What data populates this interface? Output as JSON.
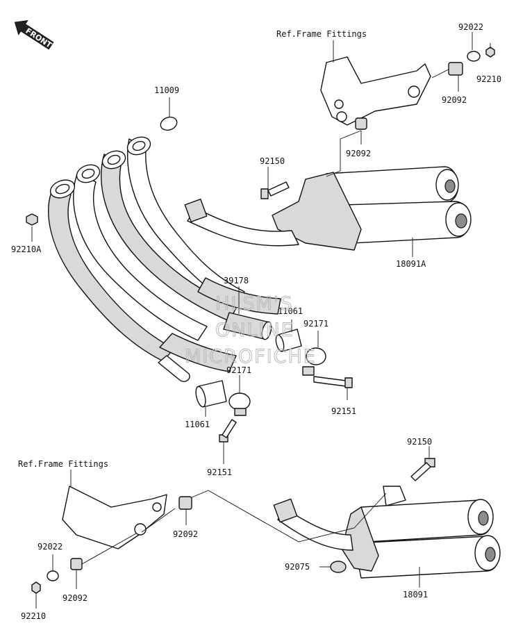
{
  "diagram": {
    "front_label": "FRONT",
    "watermark": [
      "HLSM'S",
      "ONLINE",
      "MICROFICHE"
    ],
    "callouts": [
      {
        "id": "ref-frame-top",
        "text": "Ref.Frame Fittings"
      },
      {
        "id": "c-92022-top",
        "text": "92022"
      },
      {
        "id": "c-92210-top",
        "text": "92210"
      },
      {
        "id": "c-92092-top-right",
        "text": "92092"
      },
      {
        "id": "c-11009",
        "text": "11009"
      },
      {
        "id": "c-92092-top-mid",
        "text": "92092"
      },
      {
        "id": "c-92150-top",
        "text": "92150"
      },
      {
        "id": "c-92210A",
        "text": "92210A"
      },
      {
        "id": "c-18091A",
        "text": "18091A"
      },
      {
        "id": "c-39178",
        "text": "39178"
      },
      {
        "id": "c-11061-right",
        "text": "11061"
      },
      {
        "id": "c-92171-right",
        "text": "92171"
      },
      {
        "id": "c-92171-mid",
        "text": "92171"
      },
      {
        "id": "c-11061-left",
        "text": "11061"
      },
      {
        "id": "c-92151-right",
        "text": "92151"
      },
      {
        "id": "c-92151-mid",
        "text": "92151"
      },
      {
        "id": "ref-frame-bottom",
        "text": "Ref.Frame Fittings"
      },
      {
        "id": "c-92150-bottom",
        "text": "92150"
      },
      {
        "id": "c-92092-bottom-mid",
        "text": "92092"
      },
      {
        "id": "c-92022-bottom",
        "text": "92022"
      },
      {
        "id": "c-92092-bottom-left",
        "text": "92092"
      },
      {
        "id": "c-92210-bottom",
        "text": "92210"
      },
      {
        "id": "c-92075",
        "text": "92075"
      },
      {
        "id": "c-18091",
        "text": "18091"
      }
    ]
  }
}
